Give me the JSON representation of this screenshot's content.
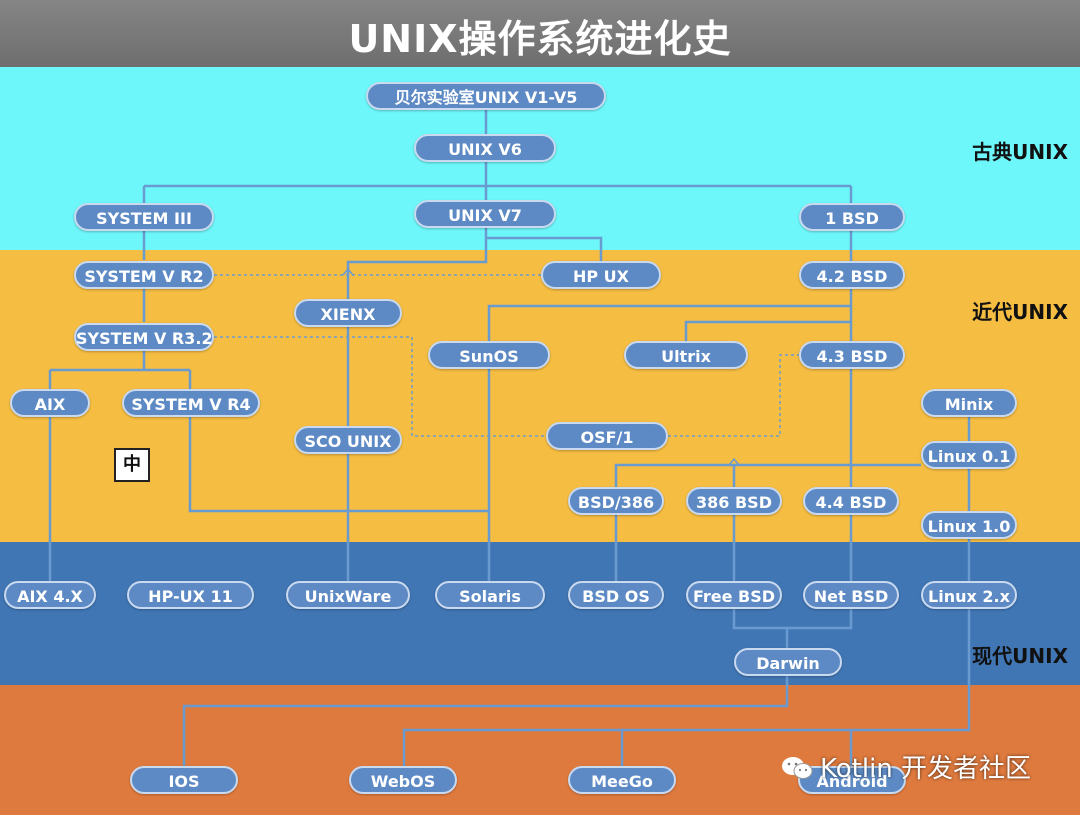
{
  "title": "UNIX操作系统进化史",
  "eras": {
    "classic": "古典UNIX",
    "modern": "近代UNIX",
    "current": "现代UNIX"
  },
  "nodes": {
    "bell": "贝尔实验室UNIX V1-V5",
    "v6": "UNIX V6",
    "v7": "UNIX V7",
    "sys3": "SYSTEM III",
    "bsd1": "1 BSD",
    "sysvr2": "SYSTEM V R2",
    "hpux": "HP UX",
    "bsd42": "4.2 BSD",
    "xienx": "XIENX",
    "sysvr32": "SYSTEM V R3.2",
    "sunos": "SunOS",
    "ultrix": "Ultrix",
    "bsd43": "4.3 BSD",
    "aix": "AIX",
    "sysvr4": "SYSTEM V R4",
    "minix": "Minix",
    "sco": "SCO UNIX",
    "osf1": "OSF/1",
    "linux01": "Linux 0.1",
    "bsd386": "BSD/386",
    "b386bsd": "386 BSD",
    "bsd44": "4.4 BSD",
    "linux10": "Linux 1.0",
    "aix4x": "AIX 4.X",
    "hpux11": "HP-UX 11",
    "unixware": "UnixWare",
    "solaris": "Solaris",
    "bsdos": "BSD OS",
    "freebsd": "Free BSD",
    "netbsd": "Net BSD",
    "linux2x": "Linux 2.x",
    "darwin": "Darwin",
    "ios": "IOS",
    "webos": "WebOS",
    "meego": "MeeGo",
    "android": "Android"
  },
  "marker": "中",
  "watermark": "Kotlin 开发者社区"
}
